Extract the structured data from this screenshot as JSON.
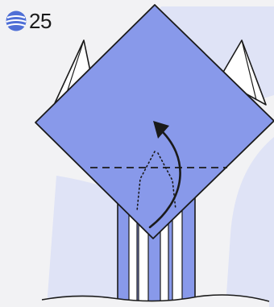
{
  "step": {
    "number": "25",
    "icon": "globe-icon"
  },
  "colors": {
    "background": "#f2f2f4",
    "backdrop": "#dfe3f6",
    "paper_color": "#8899ea",
    "paper_white": "#ffffff",
    "outline": "#1a1a1a",
    "icon_blue": "#4f6fd6"
  },
  "symbols": {
    "fold_line": "valley-fold-dashed-line",
    "arrow": "fold-up-arrow",
    "hidden_edges": "dotted-hidden-lines",
    "water": "wavy-base-line"
  }
}
